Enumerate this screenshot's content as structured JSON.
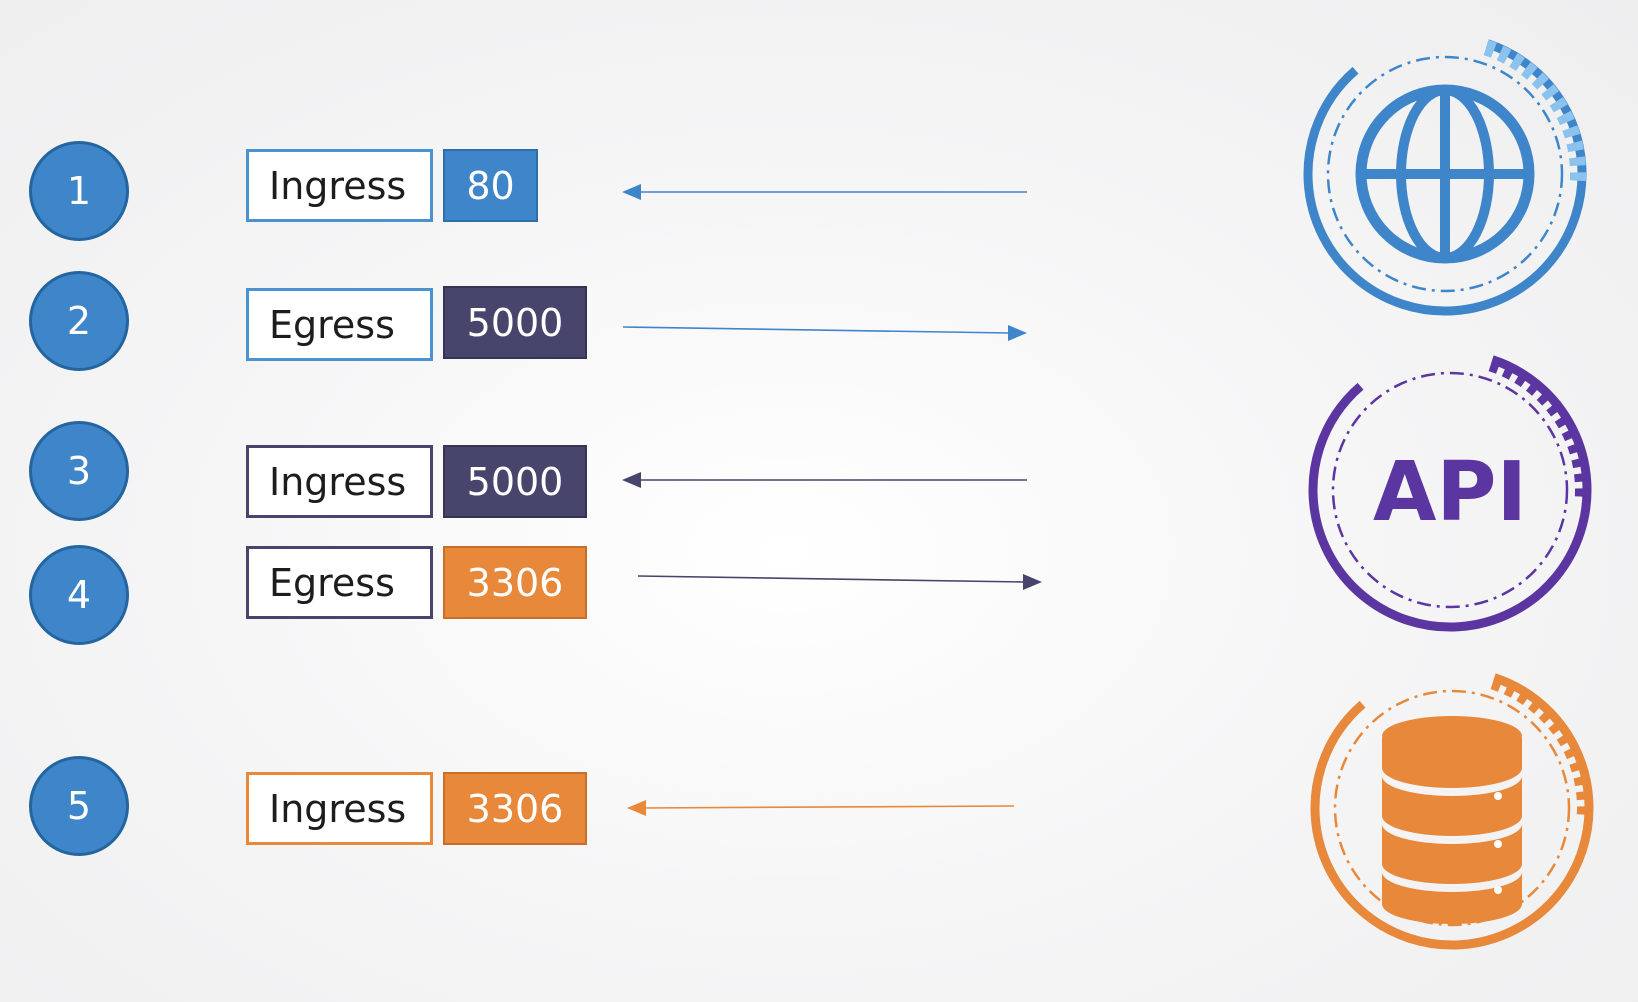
{
  "rules": [
    {
      "step": "1",
      "direction": "Ingress",
      "port": "80",
      "color": "#3e86c9",
      "arrow_color": "#3e86c9"
    },
    {
      "step": "2",
      "direction": "Egress",
      "port": "5000",
      "color": "#48456c",
      "arrow_color": "#3e86c9"
    },
    {
      "step": "3",
      "direction": "Ingress",
      "port": "5000",
      "color": "#48456c",
      "arrow_color": "#48456c"
    },
    {
      "step": "4",
      "direction": "Egress",
      "port": "3306",
      "color": "#e8883a",
      "arrow_color": "#48456c"
    },
    {
      "step": "5",
      "direction": "Ingress",
      "port": "3306",
      "color": "#e8883a",
      "arrow_color": "#e8883a"
    }
  ],
  "label_border_colors": [
    "#4b93d0",
    "#4b93d0",
    "#48456c",
    "#48456c",
    "#e8883a"
  ],
  "nodes": {
    "web": {
      "icon": "globe-icon",
      "color": "#3e86c9",
      "accent": "#8cc3ee"
    },
    "api": {
      "label": "API",
      "color": "#5b35a0",
      "accent": "#5b35a0"
    },
    "db": {
      "icon": "database-icon",
      "color": "#e8883a",
      "accent": "#e8883a"
    }
  },
  "badge_color": "#3e86c9"
}
